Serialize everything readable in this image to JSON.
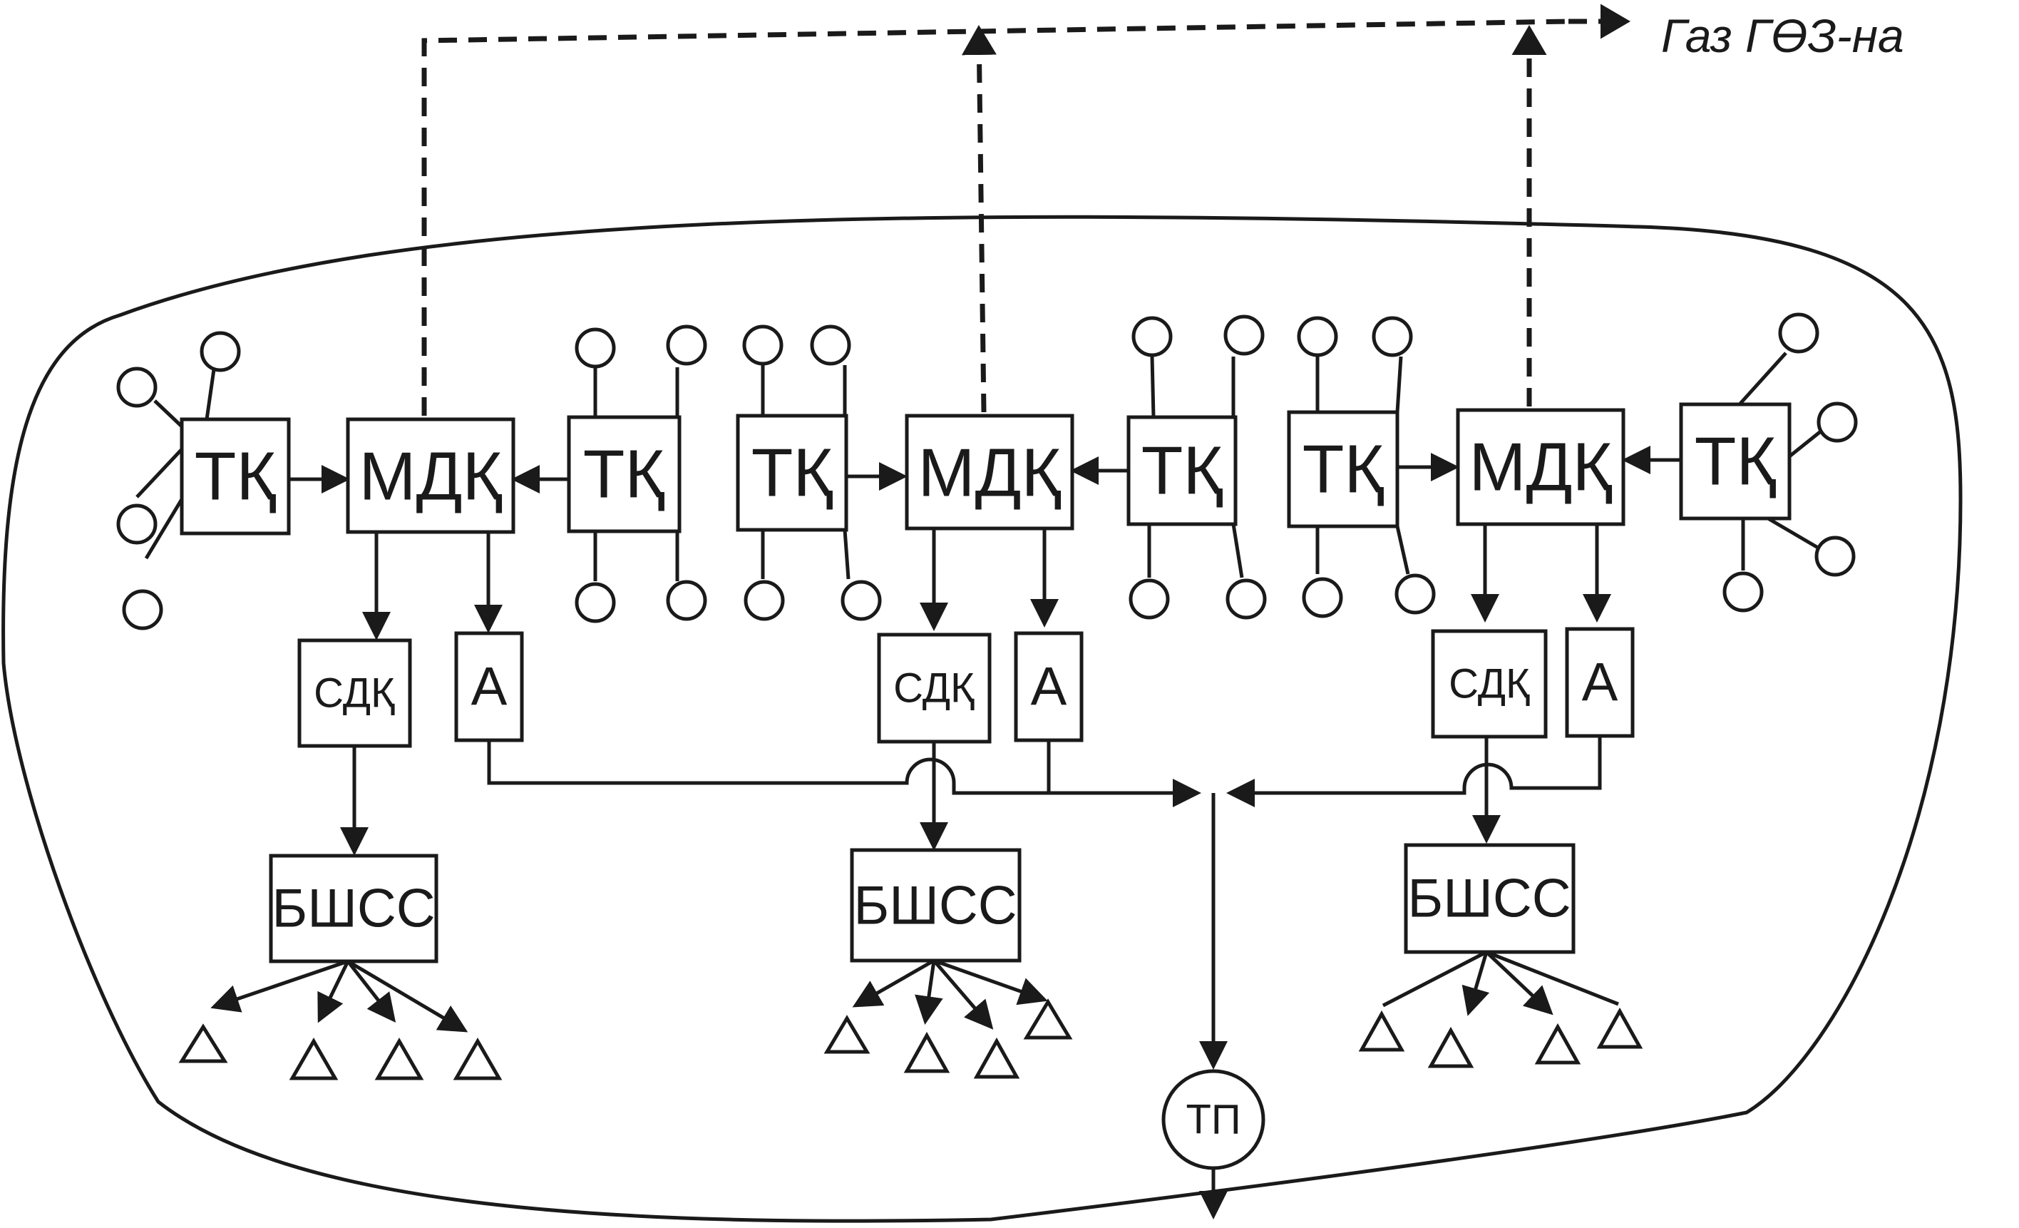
{
  "labels": {
    "collection_point": "ТҚ",
    "mdk": "МДҚ",
    "sdk": "СДҚ",
    "a": "А",
    "bshss": "БШСС",
    "tp": "ТП",
    "gas_output": "Газ ГӨЗ-на"
  },
  "colors": {
    "line": "#1a1a1a",
    "background": "#ffffff"
  }
}
